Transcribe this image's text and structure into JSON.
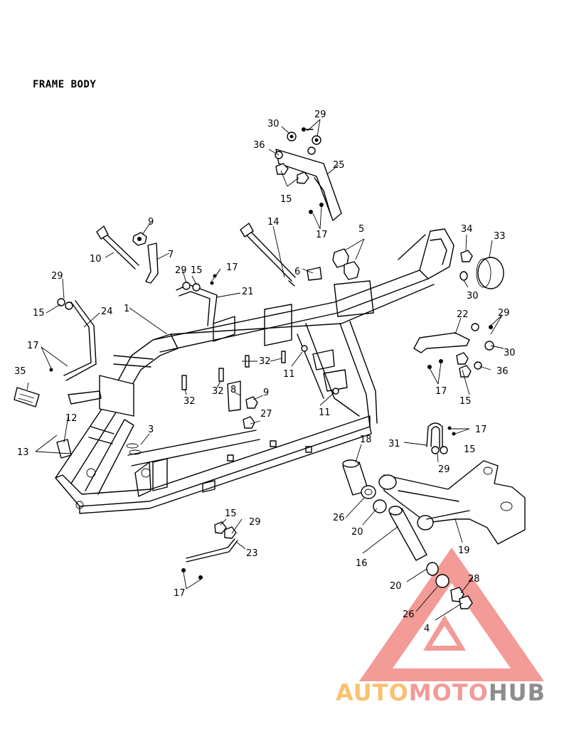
{
  "title": "FRAME BODY",
  "labels": {
    "l1": "1",
    "l3": "3",
    "l4": "4",
    "l5": "5",
    "l6": "6",
    "l7": "7",
    "l8": "8",
    "l9a": "9",
    "l9b": "9",
    "l10": "10",
    "l11a": "11",
    "l11b": "11",
    "l12": "12",
    "l13": "13",
    "l14": "14",
    "l15a": "15",
    "l15b": "15",
    "l15c": "15",
    "l15d": "15",
    "l15e": "15",
    "l15f": "15",
    "l16": "16",
    "l17a": "17",
    "l17b": "17",
    "l17c": "17",
    "l17d": "17",
    "l17e": "17",
    "l17f": "17",
    "l18": "18",
    "l19": "19",
    "l20a": "20",
    "l20b": "20",
    "l21": "21",
    "l22": "22",
    "l23": "23",
    "l24": "24",
    "l25": "25",
    "l26a": "26",
    "l26b": "26",
    "l27": "27",
    "l28": "28",
    "l29a": "29",
    "l29b": "29",
    "l29c": "29",
    "l29d": "29",
    "l29e": "29",
    "l29f": "29",
    "l30a": "30",
    "l30b": "30",
    "l30c": "30",
    "l31": "31",
    "l32a": "32",
    "l32b": "32",
    "l32c": "32",
    "l33": "33",
    "l34": "34",
    "l35": "35",
    "l36a": "36",
    "l36b": "36"
  },
  "watermark": {
    "auto": "AUTO",
    "moto": "MOTO",
    "hub": "HUB",
    "auto_color": "#f7b85a",
    "moto_color": "#f08a86",
    "hub_color": "#7a7a7a",
    "triangle_color": "#f08a86"
  }
}
